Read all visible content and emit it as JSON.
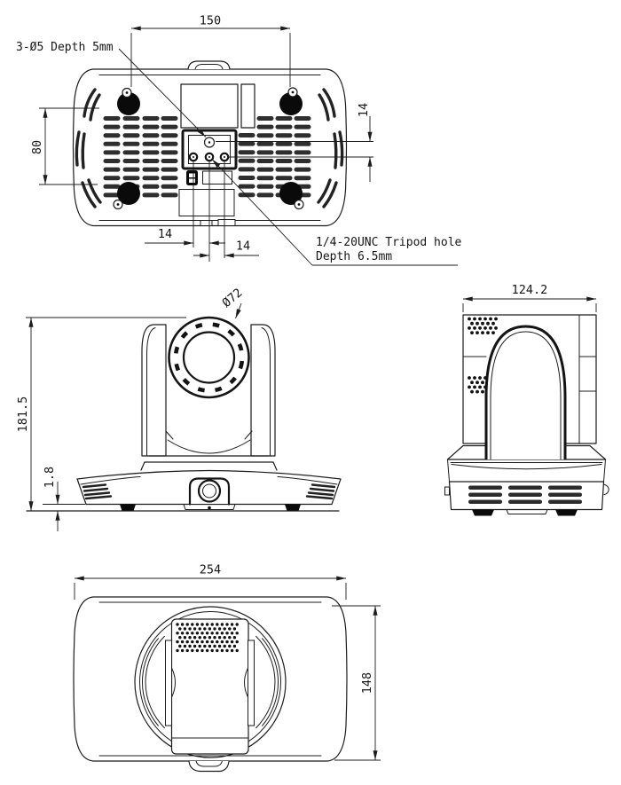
{
  "bottom_view": {
    "dim_mount_width": "150",
    "dim_mount_height": "80",
    "dim_hole_pitch_left": "14",
    "dim_hole_pitch_right": "14",
    "dim_hole_row_offset": "14",
    "note_screw_holes": "3-Ø5 Depth 5mm",
    "note_tripod_line1": "1/4-20UNC Tripod hole",
    "note_tripod_line2": "Depth 6.5mm"
  },
  "front_view": {
    "dim_height": "181.5",
    "dim_foot_height": "1.8",
    "dim_lens_diameter": "Ø72"
  },
  "side_view": {
    "dim_depth": "124.2"
  },
  "top_view": {
    "dim_width": "254",
    "dim_depth": "148"
  }
}
